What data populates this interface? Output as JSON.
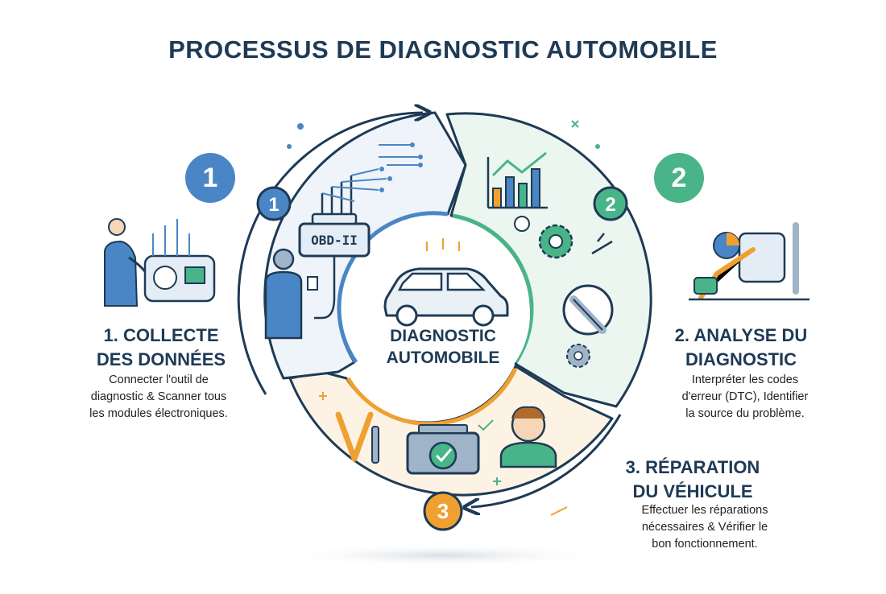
{
  "title": "PROCESSUS DE DIAGNOSTIC AUTOMOBILE",
  "center": {
    "line1": "DIAGNOSTIC",
    "line2": "AUTOMOBILE"
  },
  "steps": [
    {
      "number": "1",
      "title_line1": "1. COLLECTE",
      "title_line2": "DES DONNÉES",
      "desc_line1": "Connecter l'outil de",
      "desc_line2": "diagnostic & Scanner tous",
      "desc_line3": "les modules électroniques.",
      "color": "#4a86c5"
    },
    {
      "number": "2",
      "title_line1": "2. ANALYSE DU",
      "title_line2": "DIAGNOSTIC",
      "desc_line1": "Interpréter les codes",
      "desc_line2": "d'erreur (DTC), Identifier",
      "desc_line3": "la source du problème.",
      "color": "#49b487"
    },
    {
      "number": "3",
      "title_line1": "3. RÉPARATION",
      "title_line2": "DU VÉHICULE",
      "desc_line1": "Effectuer les réparations",
      "desc_line2": "nécessaires & Vérifier le",
      "desc_line3": "bon fonctionnement.",
      "color": "#f0a030"
    }
  ],
  "obd_label": "OBD-II",
  "icons": [
    "obd-connector-icon",
    "technician-icon",
    "chart-icon",
    "gear-icon",
    "wrench-icon",
    "engine-check-icon",
    "mechanic-avatar-icon",
    "car-icon"
  ]
}
